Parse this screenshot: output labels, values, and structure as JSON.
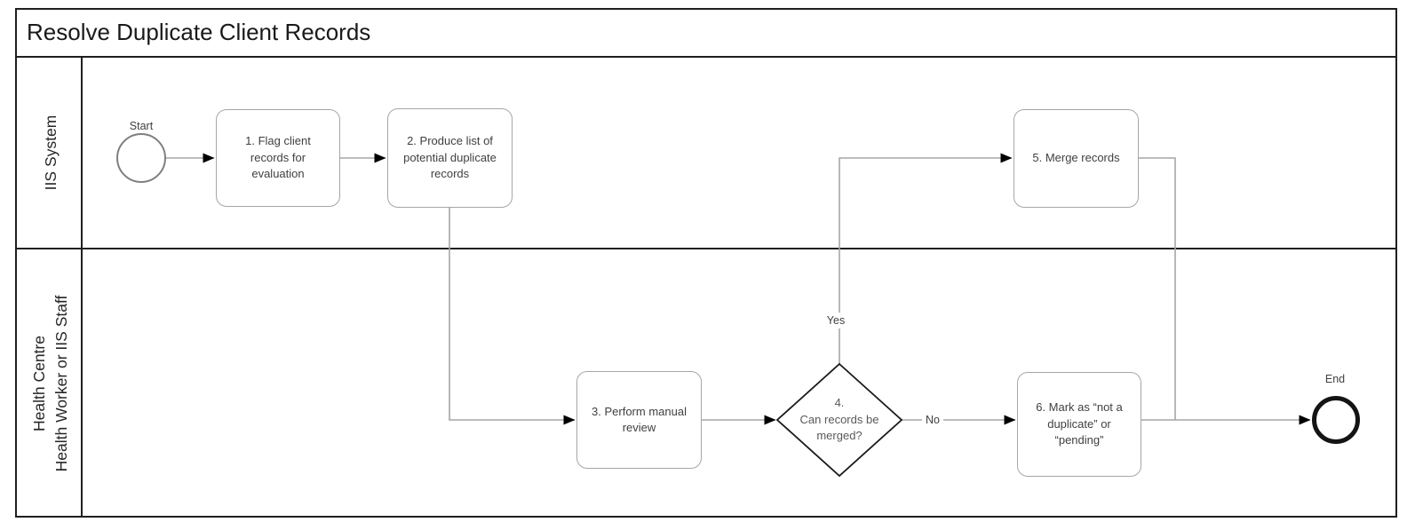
{
  "title": "Resolve Duplicate Client Records",
  "lanes": {
    "lane1": {
      "label": "IIS System"
    },
    "lane2": {
      "label": "Health Centre\nHealth Worker or IIS Staff"
    }
  },
  "nodes": {
    "start": {
      "label": "Start"
    },
    "task1": {
      "label": "1. Flag client\nrecords for\nevaluation"
    },
    "task2": {
      "label": "2. Produce list of\npotential duplicate\nrecords"
    },
    "task3": {
      "label": "3. Perform manual\nreview"
    },
    "decision4": {
      "label": "4.\nCan records be\nmerged?"
    },
    "task5": {
      "label": "5. Merge records"
    },
    "task6": {
      "label": "6. Mark as “not a\nduplicate” or\n“pending”"
    },
    "end": {
      "label": "End"
    }
  },
  "edges": {
    "yes": {
      "label": "Yes"
    },
    "no": {
      "label": "No"
    }
  },
  "colors": {
    "frame_border": "#1f1f1f",
    "task_border": "#a6a6a6",
    "connector": "#a6a6a6",
    "arrowhead": "#000000",
    "decision_border": "#1a1a1a",
    "end_border": "#141414",
    "start_border": "#7f7f7f",
    "task_text": "#404040",
    "decision_text": "#595959",
    "title_text": "#1a1a1a",
    "lane_text": "#262626"
  }
}
